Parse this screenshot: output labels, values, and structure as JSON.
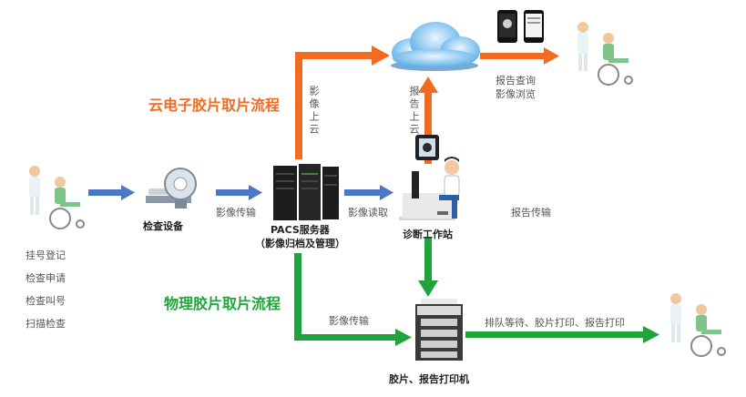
{
  "titles": {
    "cloud_flow": "云电子胶片取片流程",
    "physical_flow": "物理胶片取片流程"
  },
  "nodes": {
    "equipment": "检查设备",
    "pacs_line1": "PACS服务器",
    "pacs_line2": "（影像归档及管理）",
    "workstation": "诊断工作站",
    "printer": "胶片、报告打印机"
  },
  "patient_steps": [
    "挂号登记",
    "检查申请",
    "检查叫号",
    "扫描检查"
  ],
  "edges": {
    "equip_to_pacs": "影像传输",
    "pacs_to_ws": "影像读取",
    "pacs_to_cloud": "影像上云",
    "ws_to_cloud": "报告上云",
    "report_transfer": "报告传输",
    "pacs_to_printer": "影像传输",
    "printer_to_patient": "排队等待、胶片打印、报告打印",
    "cloud_to_patient_1": "报告查询",
    "cloud_to_patient_2": "影像浏览"
  },
  "colors": {
    "blue": "#4a78c2",
    "orange": "#f26b21",
    "green": "#21a33b"
  },
  "icons": [
    "patient-wheelchair-icon",
    "ct-scanner-icon",
    "server-icon",
    "cloud-icon",
    "workstation-icon",
    "printer-icon",
    "mobile-phone-icon"
  ]
}
